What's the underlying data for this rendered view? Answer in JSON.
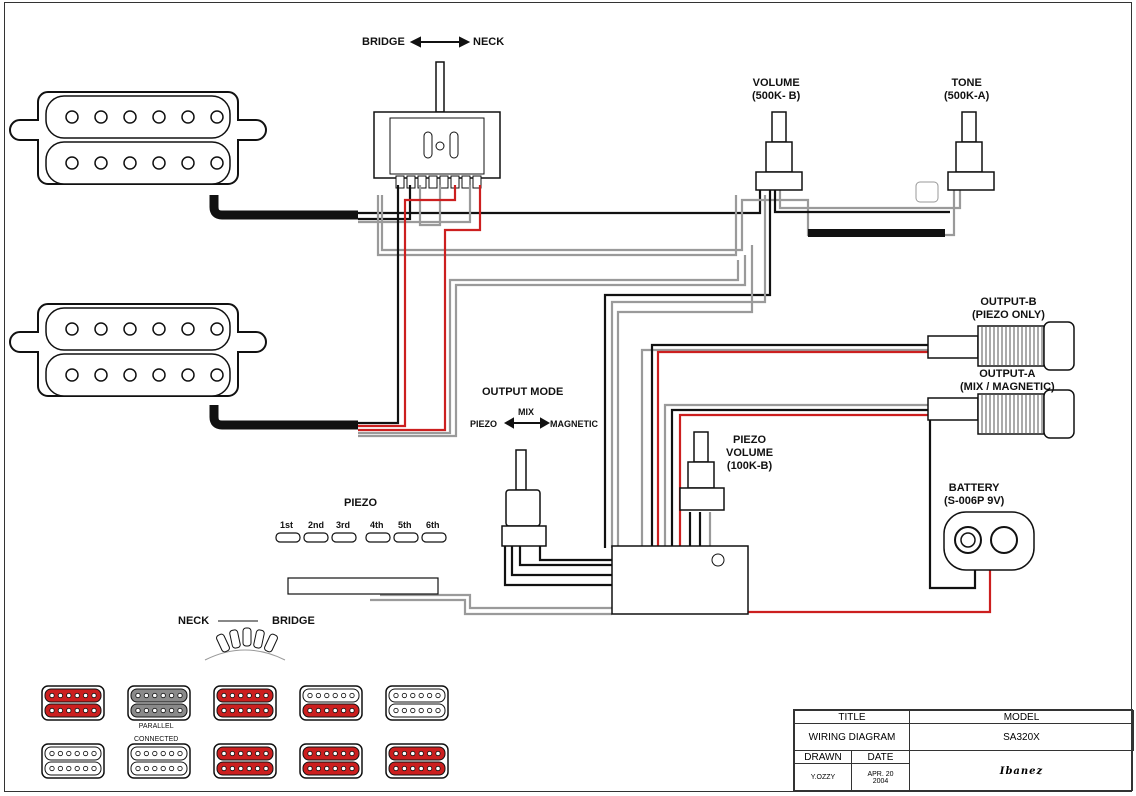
{
  "switch": {
    "label_left": "BRIDGE",
    "label_right": "NECK",
    "arrow": "↔"
  },
  "volume": {
    "title": "VOLUME",
    "value": "(500K- B)"
  },
  "tone": {
    "title": "TONE",
    "value": "(500K-A)"
  },
  "output_b": {
    "title": "OUTPUT-B",
    "value": "(PIEZO ONLY)"
  },
  "output_a": {
    "title": "OUTPUT-A",
    "value": "(MIX / MAGNETIC)"
  },
  "output_mode": {
    "title": "OUTPUT MODE",
    "mix": "MIX",
    "left": "PIEZO",
    "right": "MAGNETIC"
  },
  "piezo_volume": {
    "title": "PIEZO",
    "line2": "VOLUME",
    "value": "(100K-B)"
  },
  "battery": {
    "title": "BATTERY",
    "value": "(S-006P 9V)"
  },
  "piezo": {
    "title": "PIEZO",
    "strings": [
      "1st",
      "2nd",
      "3rd",
      "4th",
      "5th",
      "6th"
    ]
  },
  "neck_bridge": {
    "left": "NECK",
    "right": "BRIDGE"
  },
  "positions": [
    {
      "top": "red",
      "bottom": "red",
      "note": ""
    },
    {
      "top": "gray",
      "bottom": "gray",
      "note": "PARALLEL\nCONNECTED"
    },
    {
      "top": "red",
      "bottom": "red",
      "note": ""
    },
    {
      "top": "white",
      "bottom": "red",
      "note": ""
    },
    {
      "top": "white",
      "bottom": "white",
      "note": ""
    },
    {
      "top": "white",
      "bottom": "white",
      "note": ""
    },
    {
      "top": "white",
      "bottom": "white",
      "note": ""
    },
    {
      "top": "red",
      "bottom": "red",
      "note": ""
    },
    {
      "top": "red",
      "bottom": "red",
      "note": ""
    },
    {
      "top": "red",
      "bottom": "red",
      "note": ""
    }
  ],
  "parallel_note_1": "PARALLEL",
  "parallel_note_2": "CONNECTED",
  "title_block": {
    "title_header": "TITLE",
    "model_header": "MODEL",
    "title_value": "WIRING DIAGRAM",
    "model_value": "SA320X",
    "drawn_header": "DRAWN",
    "date_header": "DATE",
    "drawn_value": "Y.OZZY",
    "date_value_1": "APR. 20",
    "date_value_2": "2004",
    "brand": "Ibanez"
  },
  "colors": {
    "red": "#cc1f1f",
    "black": "#111111",
    "gray": "#9a9a9a",
    "line": "#333333"
  }
}
